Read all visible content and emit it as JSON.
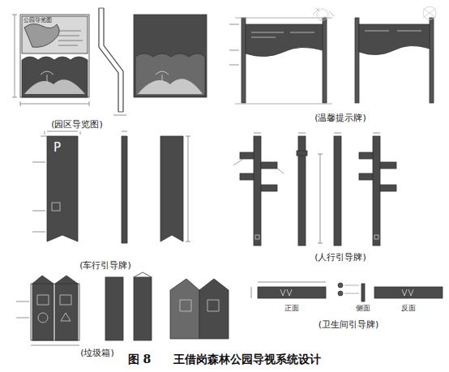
{
  "diagram": {
    "caption": "图 8　　王借岗森林公园导视系统设计",
    "labels": [
      "公园导览图",
      "(园区导览图)",
      "(温馨提示牌)",
      "P",
      "(车行引导牌)",
      "(人行引导牌)",
      "(垃圾箱)",
      "正面",
      "侧面",
      "反面",
      "(卫生间引导牌)"
    ]
  }
}
